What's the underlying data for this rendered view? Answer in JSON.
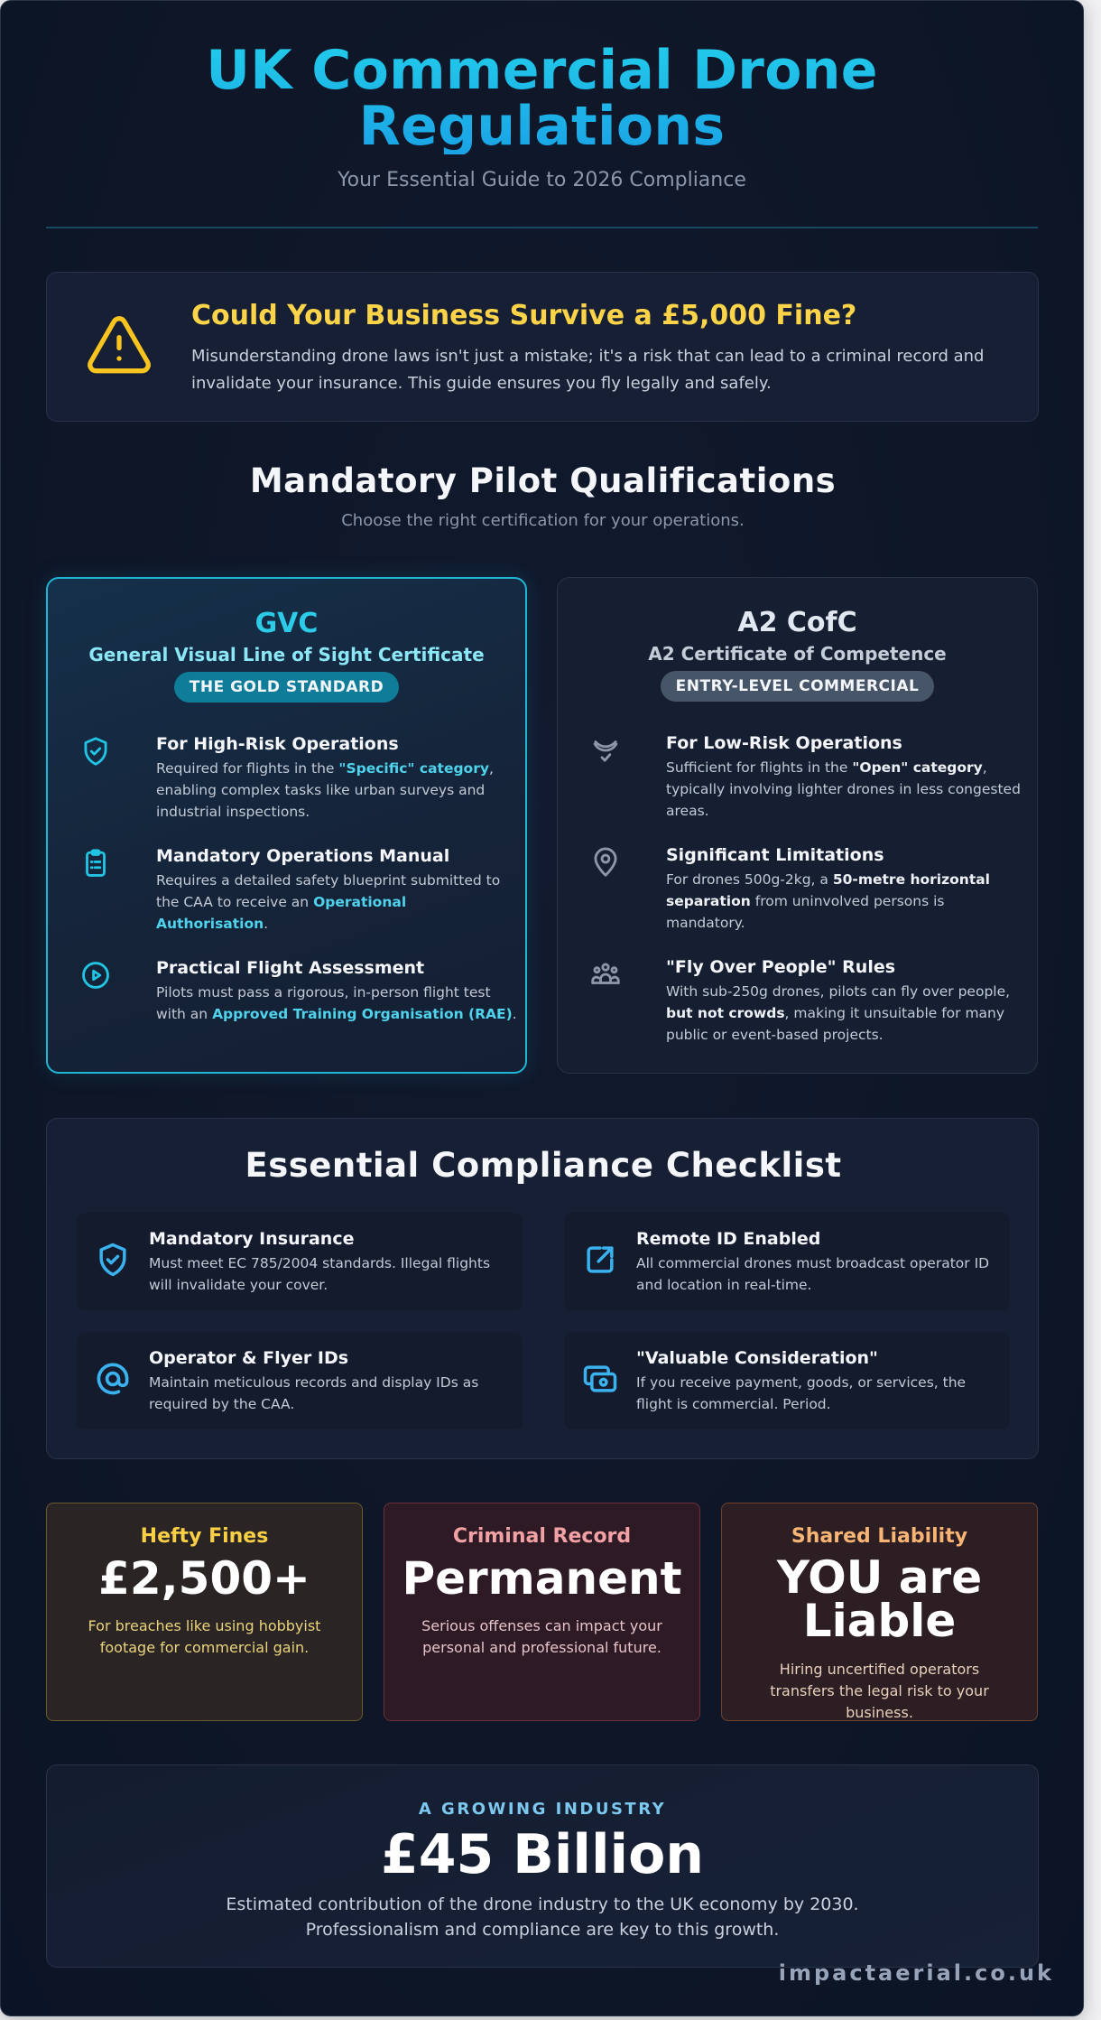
{
  "header": {
    "title_line1": "UK Commercial Drone",
    "title_line2": "Regulations",
    "subtitle": "Your Essential Guide to 2026 Compliance"
  },
  "alert": {
    "icon": "warning-triangle-icon",
    "title": "Could Your Business Survive a £5,000 Fine?",
    "text": "Misunderstanding drone laws isn't just a mistake; it's a risk that can lead to a criminal record and invalidate your insurance. This guide ensures you fly legally and safely."
  },
  "qualifications": {
    "title": "Mandatory Pilot Qualifications",
    "subtitle": "Choose the right certification for your operations.",
    "cards": [
      {
        "code": "GVC",
        "name": "General Visual Line of Sight Certificate",
        "badge": "THE GOLD STANDARD",
        "accent": "#1fb6d6",
        "features": [
          {
            "icon": "shield-check-icon",
            "title": "For High-Risk Operations",
            "text_parts": [
              "Required for flights in the ",
              "\"Specific\" category",
              ", enabling complex tasks like urban surveys and industrial inspections."
            ]
          },
          {
            "icon": "clipboard-list-icon",
            "title": "Mandatory Operations Manual",
            "text_parts": [
              "Requires a detailed safety blueprint submitted to the CAA to receive an ",
              "Operational Authorisation",
              "."
            ]
          },
          {
            "icon": "play-circle-icon",
            "title": "Practical Flight Assessment",
            "text_parts": [
              "Pilots must pass a rigorous, in-person flight test with an ",
              "Approved Training Organisation (RAE)",
              "."
            ]
          }
        ]
      },
      {
        "code": "A2 CofC",
        "name": "A2 Certificate of Competence",
        "badge": "ENTRY-LEVEL COMMERCIAL",
        "accent": "#475569",
        "features": [
          {
            "icon": "badge-check-icon",
            "title": "For Low-Risk Operations",
            "text_parts": [
              "Sufficient for flights in the ",
              "\"Open\" category",
              ", typically involving lighter drones in less congested areas."
            ]
          },
          {
            "icon": "map-pin-icon",
            "title": "Significant Limitations",
            "text_parts": [
              "For drones 500g-2kg, a ",
              "50-metre horizontal separation",
              " from uninvolved persons is mandatory."
            ]
          },
          {
            "icon": "users-group-icon",
            "title": "\"Fly Over People\" Rules",
            "text_parts": [
              "With sub-250g drones, pilots can fly over people, ",
              "but not crowds",
              ", making it unsuitable for many public or event-based projects."
            ]
          }
        ]
      }
    ]
  },
  "checklist": {
    "title": "Essential Compliance Checklist",
    "items": [
      {
        "icon": "shield-check-icon",
        "title": "Mandatory Insurance",
        "text": "Must meet EC 785/2004 standards. Illegal flights will invalidate your cover."
      },
      {
        "icon": "external-link-icon",
        "title": "Remote ID Enabled",
        "text": "All commercial drones must broadcast operator ID and location in real-time."
      },
      {
        "icon": "at-sign-icon",
        "title": "Operator & Flyer IDs",
        "text": "Maintain meticulous records and display IDs as required by the CAA."
      },
      {
        "icon": "cash-icon",
        "title": "\"Valuable Consideration\"",
        "text": "If you receive payment, goods, or services, the flight is commercial. Period."
      }
    ]
  },
  "stats": [
    {
      "label": "Hefty Fines",
      "value": "£2,500+",
      "text": "For breaches like using hobbyist footage for commercial gain.",
      "color": "#f9cf45"
    },
    {
      "label": "Criminal Record",
      "value": "Permanent",
      "text": "Serious offenses can impact your personal and professional future.",
      "color": "#f2a1a4"
    },
    {
      "label": "Shared Liability",
      "value_line1": "YOU are",
      "value_line2": "Liable",
      "text": "Hiring uncertified operators transfers the legal risk to your business.",
      "color": "#f7b474"
    }
  ],
  "industry": {
    "label": "A GROWING INDUSTRY",
    "value": "£45 Billion",
    "text_line1": "Estimated contribution of the drone industry to the UK economy by 2030.",
    "text_line2": "Professionalism and compliance are key to this growth."
  },
  "footer": {
    "brand": "impactaerial.co.uk"
  }
}
